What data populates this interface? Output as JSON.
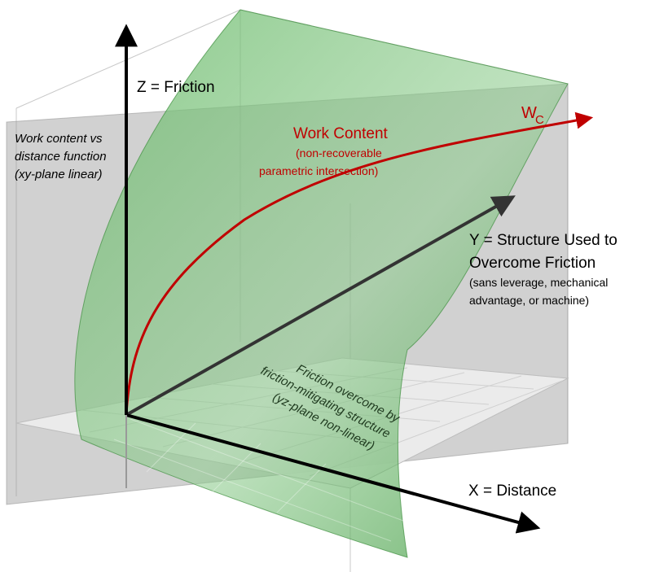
{
  "colors": {
    "friction_surface": "#5fae5f",
    "work_content_curve": "#c00000",
    "plane_gray": "#9a9a9a",
    "axis": "#000000",
    "y_axis": "#333333"
  },
  "axes": {
    "z_label": "Z = Friction",
    "y_label_line1": "Y = Structure Used to",
    "y_label_line2": "Overcome Friction",
    "y_note_line1": "(sans leverage, mechanical",
    "y_note_line2": "advantage, or machine)",
    "x_label": "X = Distance"
  },
  "work_content": {
    "title": "Work Content",
    "note_line1": "(non-recoverable",
    "note_line2": "parametric intersection)",
    "symbol_main": "W",
    "symbol_sub": "C"
  },
  "plane_label": {
    "line1": "Work content vs",
    "line2": "distance function",
    "line3": "(xy-plane linear)"
  },
  "surface_label": {
    "line1": "Friction overcome by",
    "line2": "friction-mitigating structure",
    "line3": "(yz-plane non-linear)"
  }
}
